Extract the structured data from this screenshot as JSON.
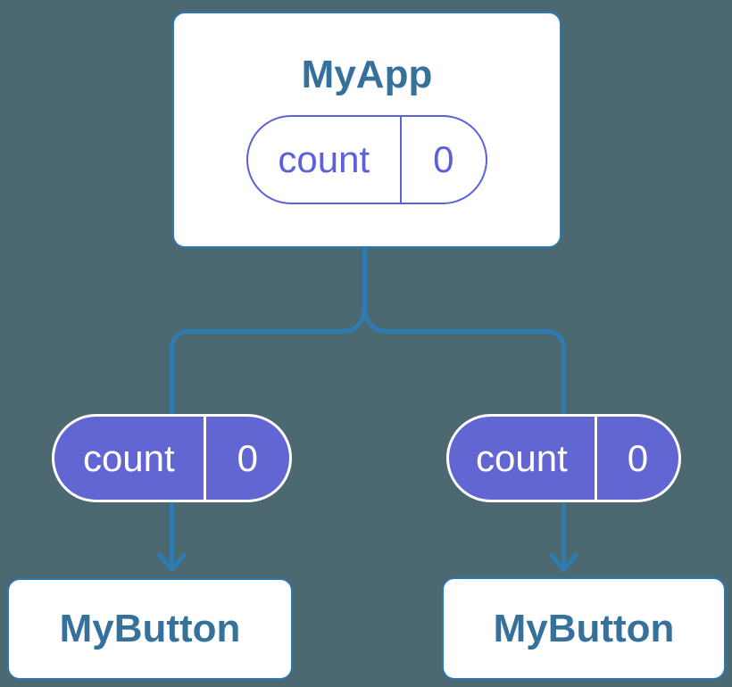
{
  "colors": {
    "background": "#4C6870",
    "connector": "#2E7CB1",
    "node-border": "#2B79B2",
    "node-bg": "#FFFFFF",
    "heading": "#36719C",
    "purple": "#5D60DB",
    "pill-fill": "#6266D2",
    "pill-text": "#FFFFFF"
  },
  "icons": {
    "arrow_left": "arrow-down-icon",
    "arrow_right": "arrow-down-icon"
  },
  "diagram": {
    "root": {
      "title": "MyApp",
      "pill": {
        "label": "count",
        "value": "0"
      }
    },
    "children": [
      {
        "title": "MyButton",
        "pill": {
          "label": "count",
          "value": "0"
        }
      },
      {
        "title": "MyButton",
        "pill": {
          "label": "count",
          "value": "0"
        }
      }
    ]
  }
}
